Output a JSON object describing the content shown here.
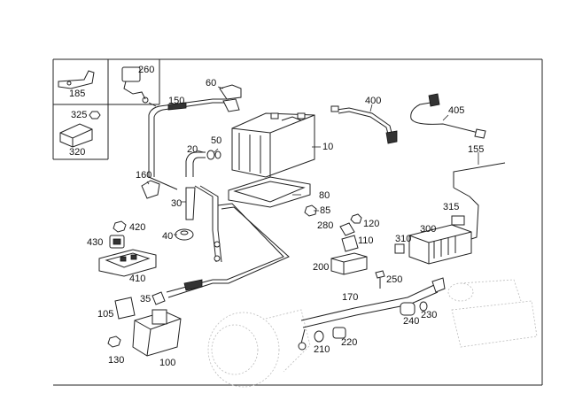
{
  "labels": {
    "p10": "10",
    "p20": "20",
    "p30": "30",
    "p35": "35",
    "p40": "40",
    "p50": "50",
    "p60": "60",
    "p80": "80",
    "p85": "85",
    "p100": "100",
    "p105": "105",
    "p110": "110",
    "p120": "120",
    "p130": "130",
    "p150": "150",
    "p155": "155",
    "p160": "160",
    "p170": "170",
    "p185": "185",
    "p200": "200",
    "p210": "210",
    "p220": "220",
    "p230": "230",
    "p240": "240",
    "p250": "250",
    "p260": "260",
    "p280": "280",
    "p300": "300",
    "p310": "310",
    "p315": "315",
    "p320": "320",
    "p325": "325",
    "p400": "400",
    "p405": "405",
    "p410": "410",
    "p420": "420",
    "p430": "430"
  }
}
